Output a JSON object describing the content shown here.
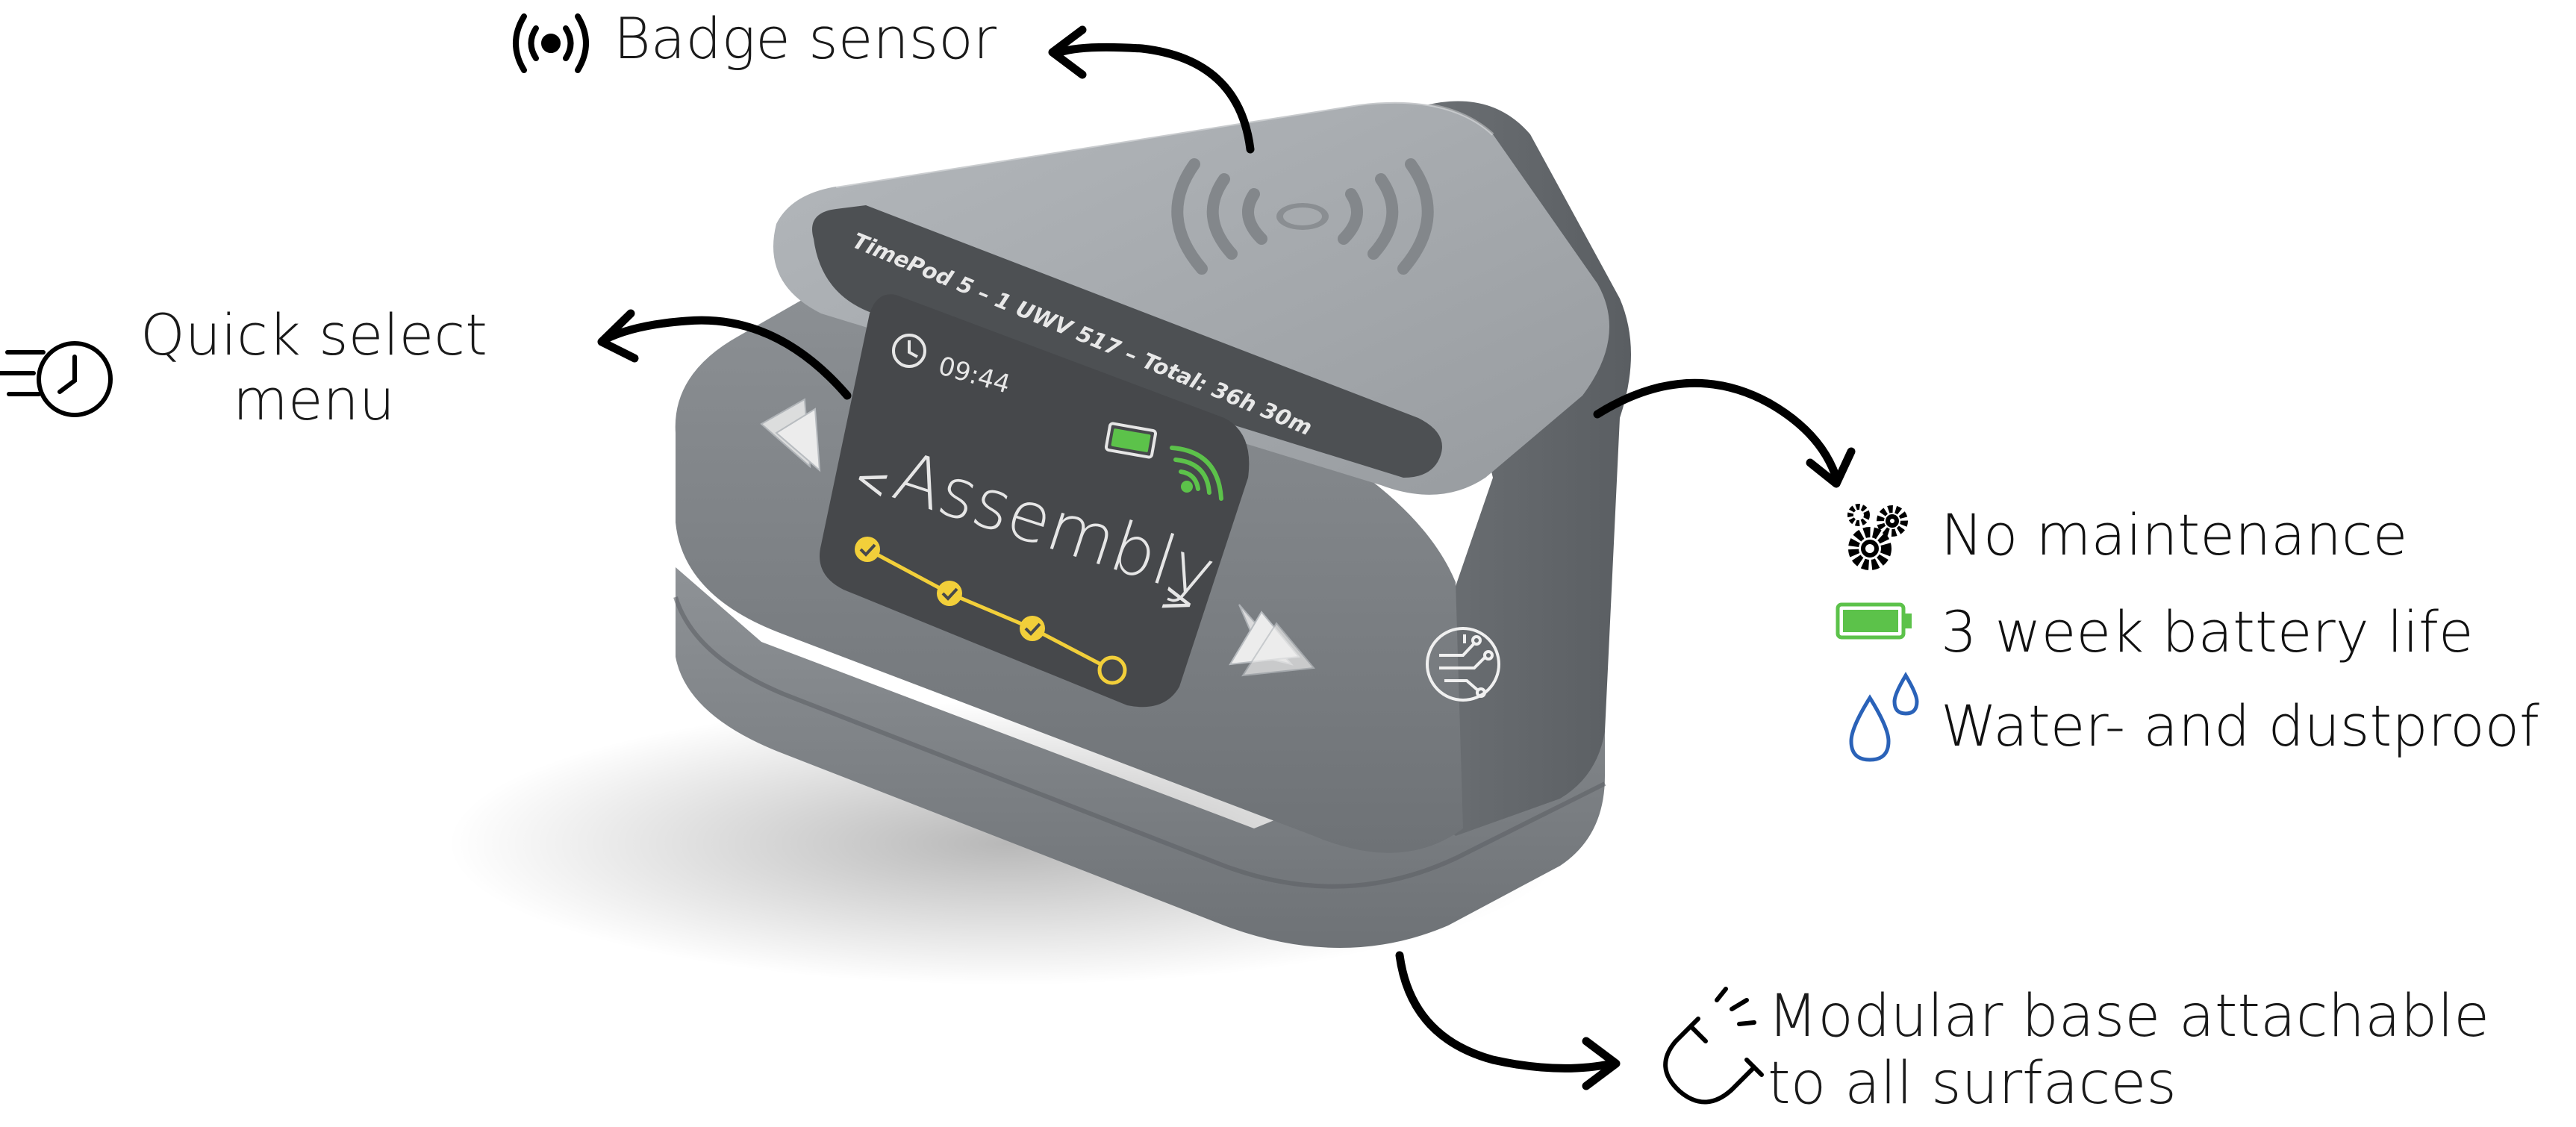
{
  "labels": {
    "badge_sensor": "Badge sensor",
    "quick_select_line1": "Quick select",
    "quick_select_line2": "menu",
    "no_maintenance": "No maintenance",
    "battery_life": "3 week battery life",
    "waterproof": "Water- and dustproof",
    "modular_line1": "Modular base attachable",
    "modular_line2": "to all surfaces"
  },
  "device": {
    "header_text": "TimePod 5 – 1 UWV 517 – Total: 36h 30m",
    "time": "09:44",
    "menu_item": "Assembly",
    "prev_symbol": "<",
    "next_symbol": ">",
    "progress_steps_done": 3,
    "progress_steps_total": 4
  },
  "icons": [
    "wireless-signal-icon",
    "clock-speed-icon",
    "gears-icon",
    "battery-icon",
    "water-drops-icon",
    "magnet-icon",
    "nfc-circuit-icon",
    "wifi-icon"
  ],
  "colors": {
    "device_body": "#9ea2a6",
    "screen": "#4a4c4f",
    "accent_yellow": "#f2cf3a",
    "battery_green": "#5cc24a",
    "water_blue": "#2a62b8"
  }
}
